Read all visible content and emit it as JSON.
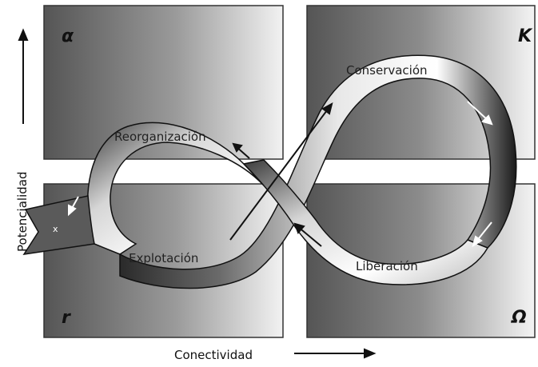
{
  "quadrants": {
    "top_left": "α",
    "top_right": "K",
    "bottom_left": "r",
    "bottom_right": "Ω"
  },
  "phases": {
    "conservation": "Conservación",
    "reorganization": "Reorganización",
    "exploitation": "Explotación",
    "release": "Liberación",
    "exit_mark": "x"
  },
  "axes": {
    "y_label": "Potencialidad",
    "x_label": "Conectividad"
  }
}
